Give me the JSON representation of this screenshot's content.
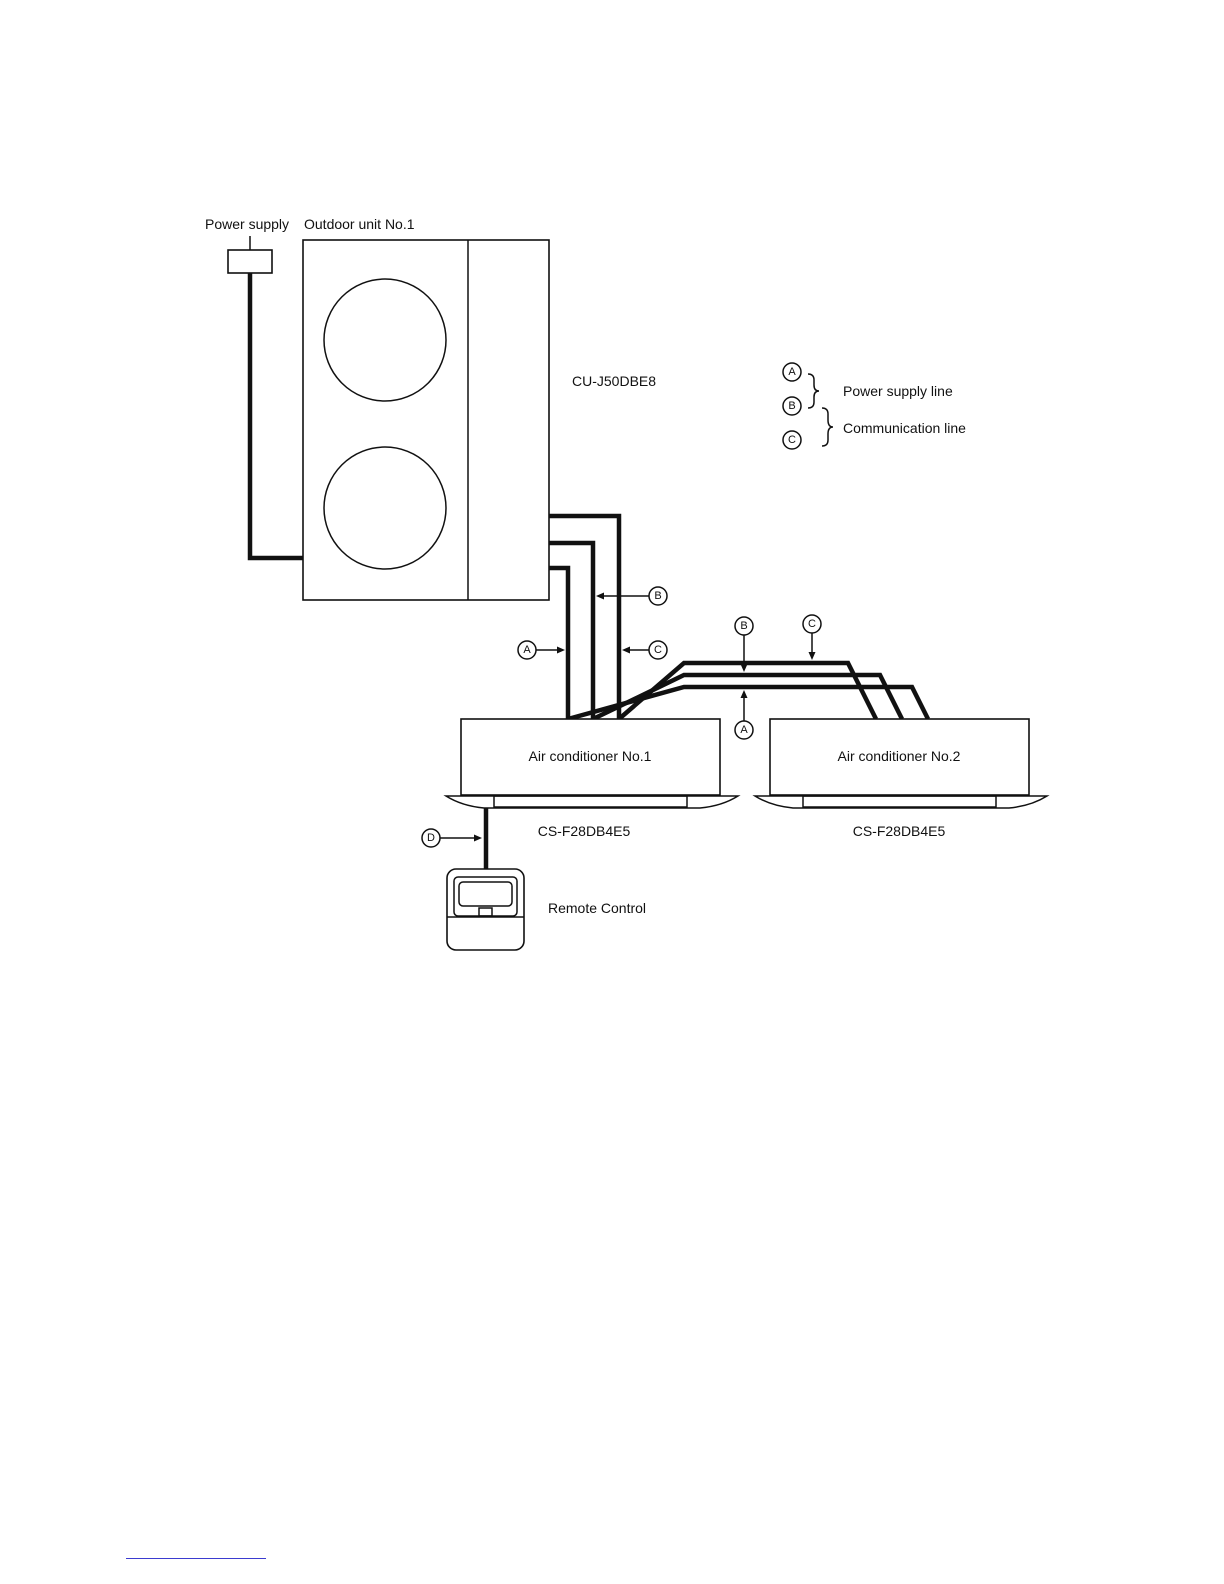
{
  "labels": {
    "power_supply": "Power supply",
    "outdoor_unit": "Outdoor unit No.1",
    "outdoor_model": "CU-J50DBE8",
    "indoor1_name": "Air conditioner No.1",
    "indoor2_name": "Air conditioner No.2",
    "indoor1_model": "CS-F28DB4E5",
    "indoor2_model": "CS-F28DB4E5",
    "remote_control": "Remote Control"
  },
  "legend": {
    "power_supply_line": "Power supply line",
    "communication_line": "Communication line"
  },
  "circle_letters": {
    "a": "A",
    "b": "B",
    "c": "C",
    "d": "D"
  },
  "colors": {
    "line": "#111111",
    "footer_rule": "#3b3bd0"
  }
}
